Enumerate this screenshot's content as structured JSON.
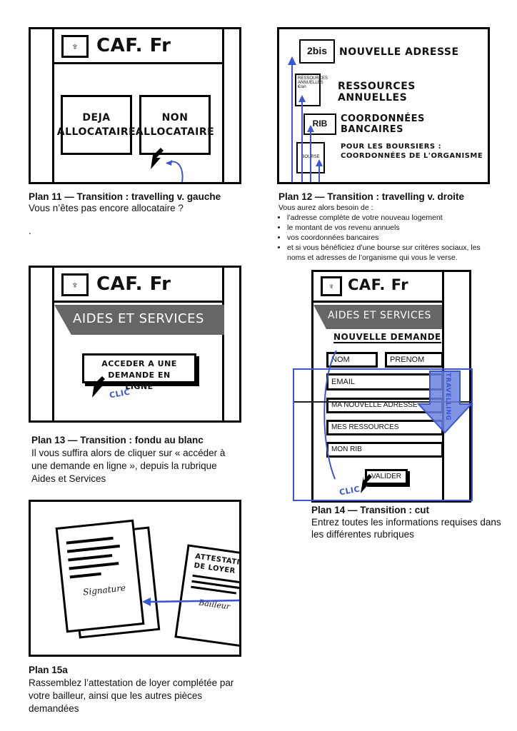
{
  "brand": {
    "logo_text": "CAF. Fr"
  },
  "plan11": {
    "buttons": [
      "DEJA ALLOCATAIRE",
      "NON ALLOCATAIRE"
    ],
    "title": "Plan 11 — Transition : travelling v. gauche",
    "text": "Vous n’êtes pas encore allocataire ?",
    "dot": "."
  },
  "plan12": {
    "items": [
      {
        "tag": "2bis",
        "label": "NOUVELLE ADRESSE"
      },
      {
        "tag": "RESSOURCES ANNUELLES €/an",
        "label": "RESSOURCES ANNUELLES"
      },
      {
        "tag": "RIB",
        "label": "COORDONNÉES BANCAIRES"
      },
      {
        "tag": "BOURSE",
        "label": "POUR LES BOURSIERS : COORDONNÉES DE L'ORGANISME"
      }
    ],
    "title": "Plan 12 — Transition : travelling v. droite",
    "intro": "Vous aurez alors besoin de :",
    "bullets": [
      "l’adresse complète de votre nouveau logement",
      "le montant de vos revenu annuels",
      "vos coordonnées bancaires",
      "et si vous bénéficiez d’une bourse sur critères sociaux, les noms et adresses de l’organisme qui vous le verse."
    ]
  },
  "plan13": {
    "banner": "AIDES ET SERVICES",
    "button": "ACCEDER A UNE DEMANDE EN LIGNE",
    "click": "CLIC",
    "title": "Plan 13 — Transition : fondu au blanc",
    "text": "Il vous suffira alors de cliquer sur « accéder à une demande en ligne », depuis la rubrique Aides et Services"
  },
  "plan14": {
    "banner": "AIDES ET SERVICES",
    "heading": "NOUVELLE DEMANDE",
    "fields": {
      "nom": "NOM",
      "prenom": "PRENOM",
      "email": "EMAIL",
      "adresse": "MA NOUVELLE ADRESSE",
      "ressources": "MES RESSOURCES",
      "rib": "MON RIB"
    },
    "submit": "VALIDER",
    "click": "CLIC",
    "travelling": "TRAVELLING",
    "title": "Plan 14 — Transition : cut",
    "text": "Entrez toutes les informations requises dans les différentes rubriques"
  },
  "plan15a": {
    "doc1_signature": "Signature",
    "doc2_title": "ATTESTATION DE LOYER",
    "doc2_signature": "Bailleur",
    "title": "Plan 15a",
    "text": "Rassemblez l’attestation de loyer complétée par votre bailleur, ainsi que les autres pièces demandées"
  },
  "colors": {
    "accent_blue": "#3a55d6",
    "banner_grey": "#666666"
  }
}
